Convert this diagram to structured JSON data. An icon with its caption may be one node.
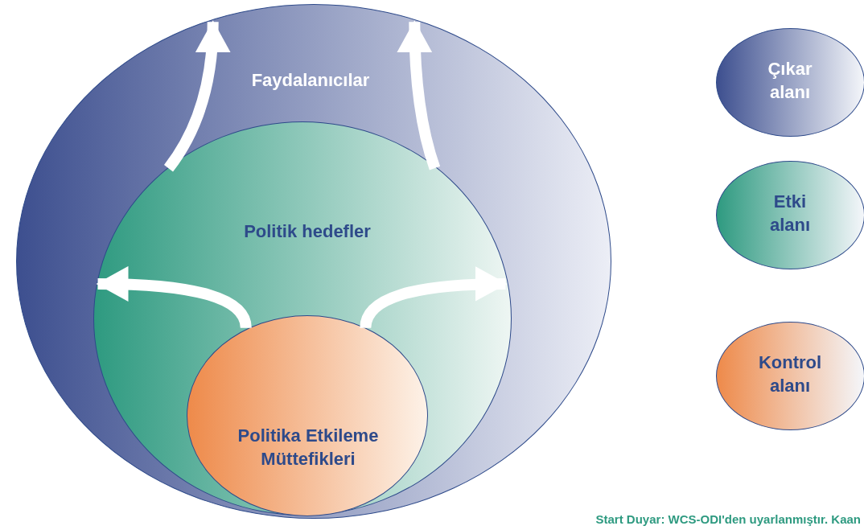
{
  "diagram": {
    "caption": "Start Duyar: WCS-ODI'den uyarlanmıştır. Kaan",
    "nodes": [
      {
        "text": [
          "Faydalanıcılar"
        ]
      },
      {
        "text": [
          "Politik hedefler"
        ],
        "in": 0
      },
      {
        "text": [
          "Politika Etkileme Müttefikleri"
        ],
        "in": 1
      }
    ],
    "edges": [
      {
        "from": 2,
        "to": 1,
        "arrow": "to"
      },
      {
        "from": 2,
        "to": 1,
        "arrow": "to"
      },
      {
        "from": 1,
        "to": 0,
        "arrow": "to"
      },
      {
        "from": 1,
        "to": 0,
        "arrow": "to"
      }
    ],
    "legend": [
      {
        "text": "Çıkar alanı",
        "color": "#3d4f8f"
      },
      {
        "text": "Etki alanı",
        "color": "#2e9a80"
      },
      {
        "text": "Kontrol alanı",
        "color": "#ee8a4a"
      }
    ]
  }
}
